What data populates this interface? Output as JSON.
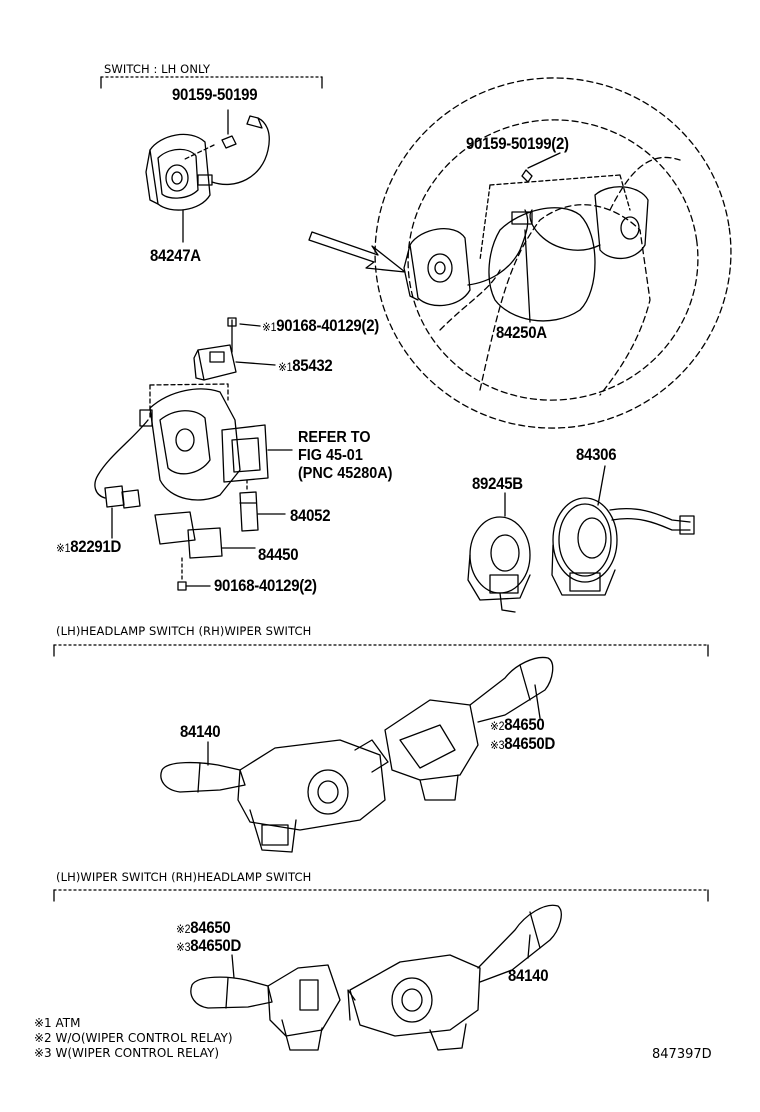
{
  "sections": {
    "switch_lh_only": "SWITCH : LH ONLY",
    "lh_headlamp_rh_wiper": "(LH)HEADLAMP SWITCH  (RH)WIPER SWITCH",
    "lh_wiper_rh_headlamp": "(LH)WIPER SWITCH  (RH)HEADLAMP SWITCH"
  },
  "parts": {
    "p1": "90159-50199",
    "p2": "84247A",
    "p3": "90159-50199(2)",
    "p4": "84250A",
    "p5": "90168-40129(2)",
    "p5_mark": "※1",
    "p6": "85432",
    "p6_mark": "※1",
    "p7": "84052",
    "p8": "82291D",
    "p8_mark": "※1",
    "p9": "84450",
    "p10": "90168-40129(2)",
    "p11": "89245B",
    "p12": "84306",
    "p13": "84140",
    "p14": "84650",
    "p14_mark": "※2",
    "p15": "84650D",
    "p15_mark": "※3",
    "p16": "84650",
    "p16_mark": "※2",
    "p17": "84650D",
    "p17_mark": "※3",
    "p18": "84140"
  },
  "refer": {
    "line1": "REFER TO",
    "line2": "FIG 45-01",
    "line3": "(PNC 45280A)"
  },
  "notes": {
    "n1": "※1 ATM",
    "n2": "※2 W/O(WIPER CONTROL RELAY)",
    "n3": "※3 W(WIPER CONTROL RELAY)"
  },
  "figure_id": "847397D"
}
